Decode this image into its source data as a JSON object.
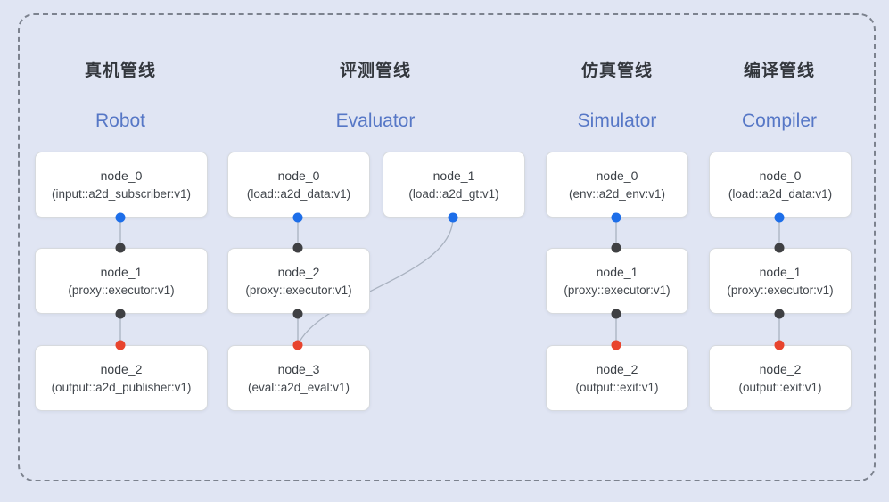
{
  "colors": {
    "background": "#e0e5f3",
    "frame_dash": "#7c828e",
    "title_zh": "#33373d",
    "title_en_blue": "#5677c6",
    "edge_line": "#a9b2c0",
    "port_blue": "#1d6ee9",
    "port_black": "#3f4043",
    "port_red": "#e8442e",
    "node_bg": "#ffffff"
  },
  "pipelines": [
    {
      "title_zh": "真机管线",
      "title_en": "Robot",
      "nodes": [
        {
          "name": "node_0",
          "type": "(input::a2d_subscriber:v1)"
        },
        {
          "name": "node_1",
          "type": "(proxy::executor:v1)"
        },
        {
          "name": "node_2",
          "type": "(output::a2d_publisher:v1)"
        }
      ]
    },
    {
      "title_zh": "评测管线",
      "title_en": "Evaluator",
      "nodes": [
        {
          "name": "node_0",
          "type": "(load::a2d_data:v1)"
        },
        {
          "name": "node_1",
          "type": "(load::a2d_gt:v1)"
        },
        {
          "name": "node_2",
          "type": "(proxy::executor:v1)"
        },
        {
          "name": "node_3",
          "type": "(eval::a2d_eval:v1)"
        }
      ]
    },
    {
      "title_zh": "仿真管线",
      "title_en": "Simulator",
      "nodes": [
        {
          "name": "node_0",
          "type": "(env::a2d_env:v1)"
        },
        {
          "name": "node_1",
          "type": "(proxy::executor:v1)"
        },
        {
          "name": "node_2",
          "type": "(output::exit:v1)"
        }
      ]
    },
    {
      "title_zh": "编译管线",
      "title_en": "Compiler",
      "nodes": [
        {
          "name": "node_0",
          "type": "(load::a2d_data:v1)"
        },
        {
          "name": "node_1",
          "type": "(proxy::executor:v1)"
        },
        {
          "name": "node_2",
          "type": "(output::exit:v1)"
        }
      ]
    }
  ]
}
